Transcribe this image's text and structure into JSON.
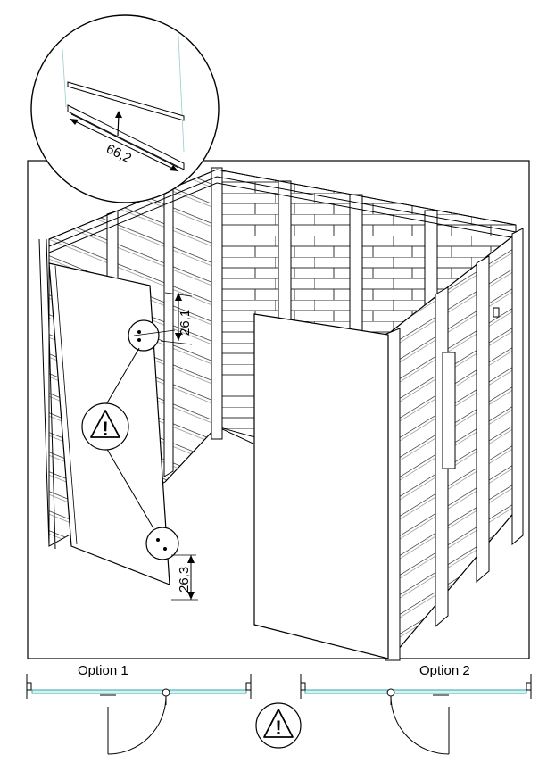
{
  "zoom_detail": {
    "dimension": "66,2"
  },
  "dimensions": {
    "upper": "26,1",
    "lower": "26,3"
  },
  "options": {
    "option1": "Option 1",
    "option2": "Option 2"
  },
  "warning": {
    "symbol": "!"
  },
  "icons": [
    "warning-triangle-icon",
    "arrow-up-icon"
  ]
}
